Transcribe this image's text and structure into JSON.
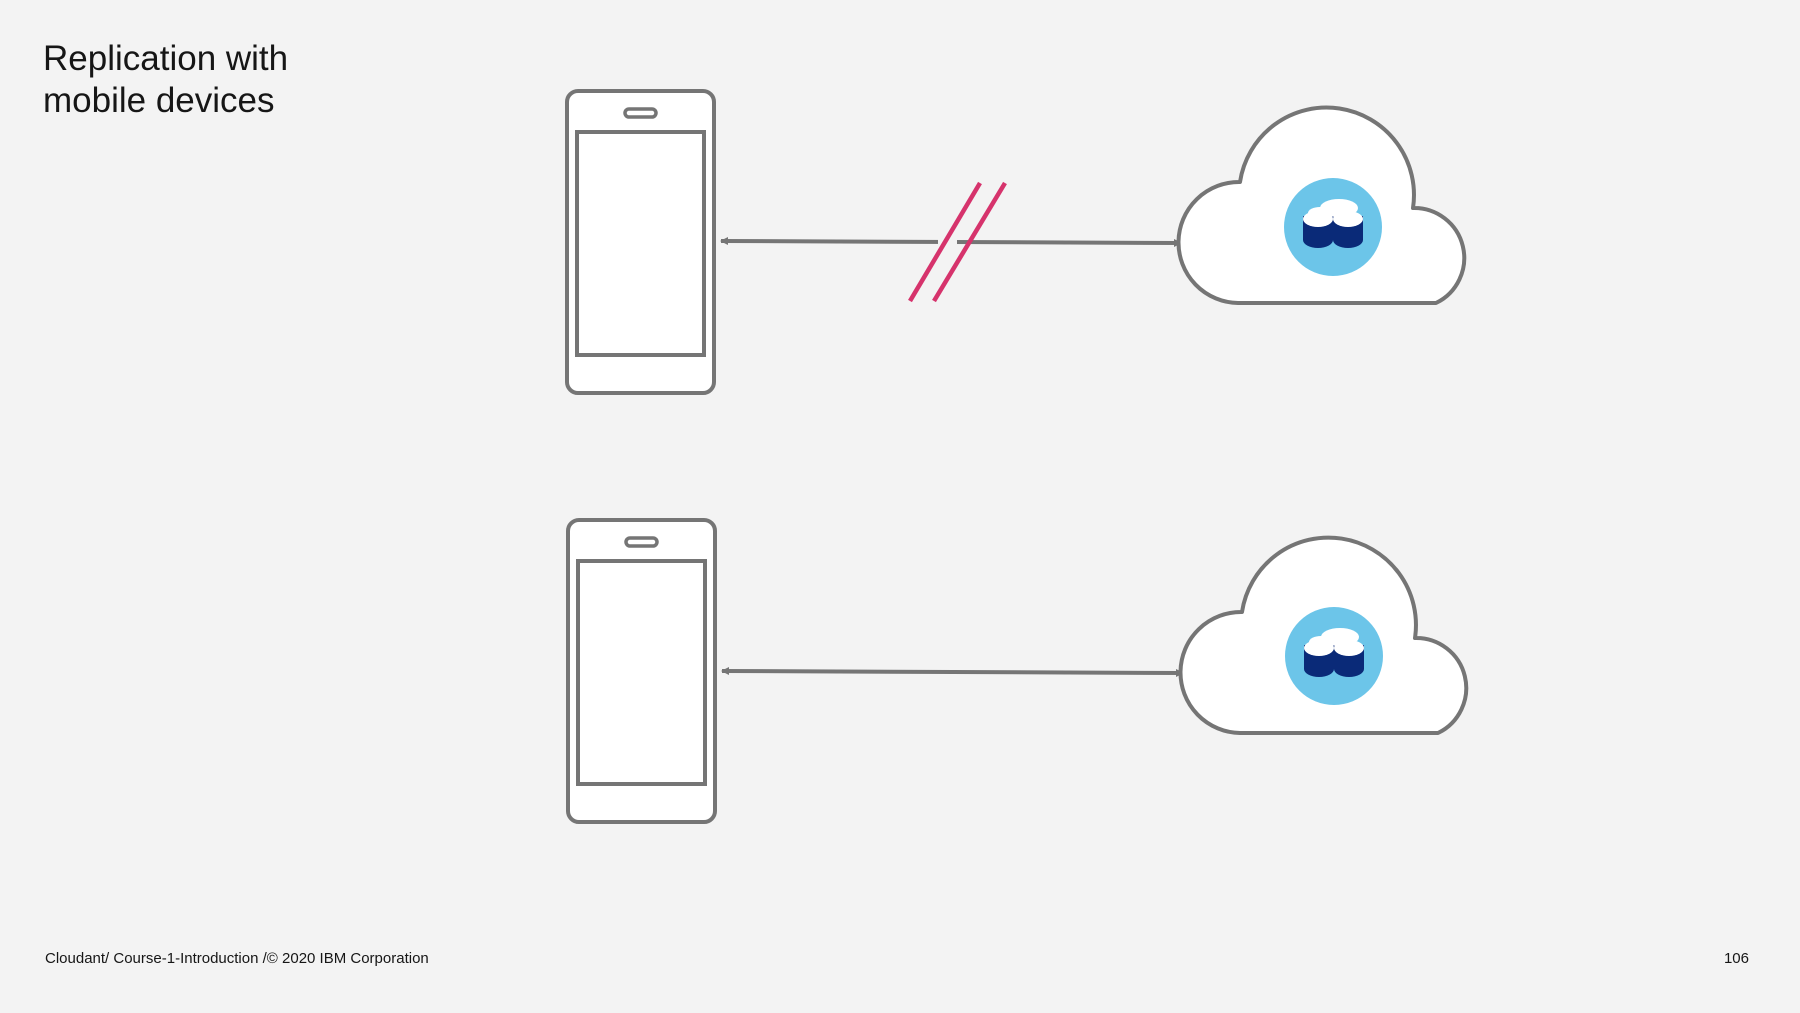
{
  "slide": {
    "title_lines": [
      "Replication with",
      "mobile devices"
    ],
    "footer": "Cloudant/ Course-1-Introduction /© 2020 IBM Corporation",
    "page_number": "106"
  },
  "diagram": {
    "rows": [
      {
        "connection": "interrupted",
        "break_color": "#d6336c"
      },
      {
        "connection": "connected"
      }
    ],
    "colors": {
      "outline": "#757575",
      "device_fill": "#ffffff",
      "cloud_fill": "#ffffff",
      "badge_circle": "#6cc5e9",
      "database_dark": "#0a2a78",
      "database_light": "#ffffff"
    },
    "icons": [
      "mobile-phone-icon",
      "cloud-icon",
      "cloudant-database-icon"
    ]
  }
}
